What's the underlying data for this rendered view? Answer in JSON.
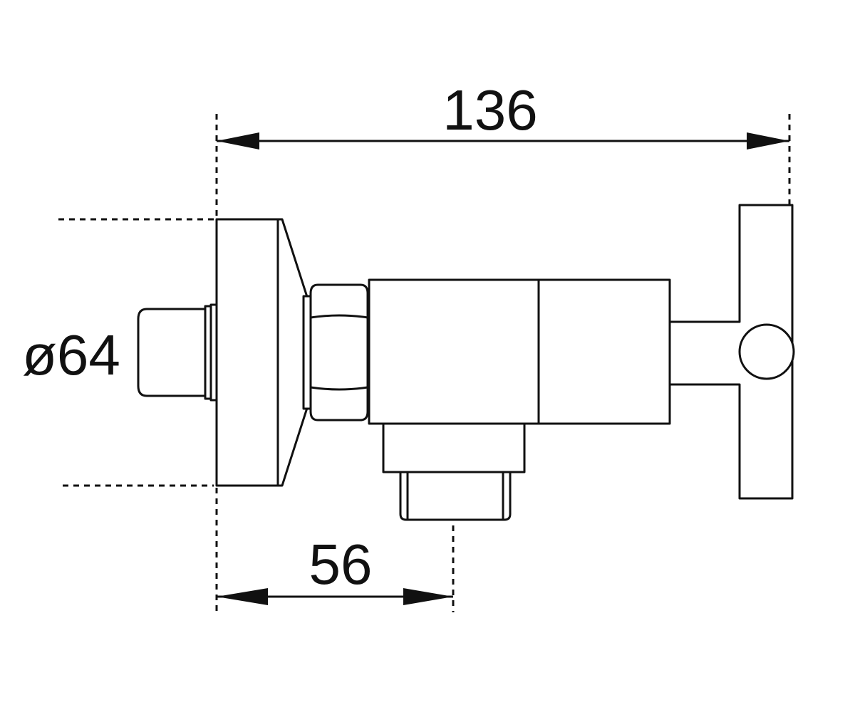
{
  "dimensions": {
    "overall_length": "136",
    "diameter": "ø64",
    "outlet_offset": "56"
  },
  "colors": {
    "stroke": "#111111",
    "background": "#ffffff"
  }
}
